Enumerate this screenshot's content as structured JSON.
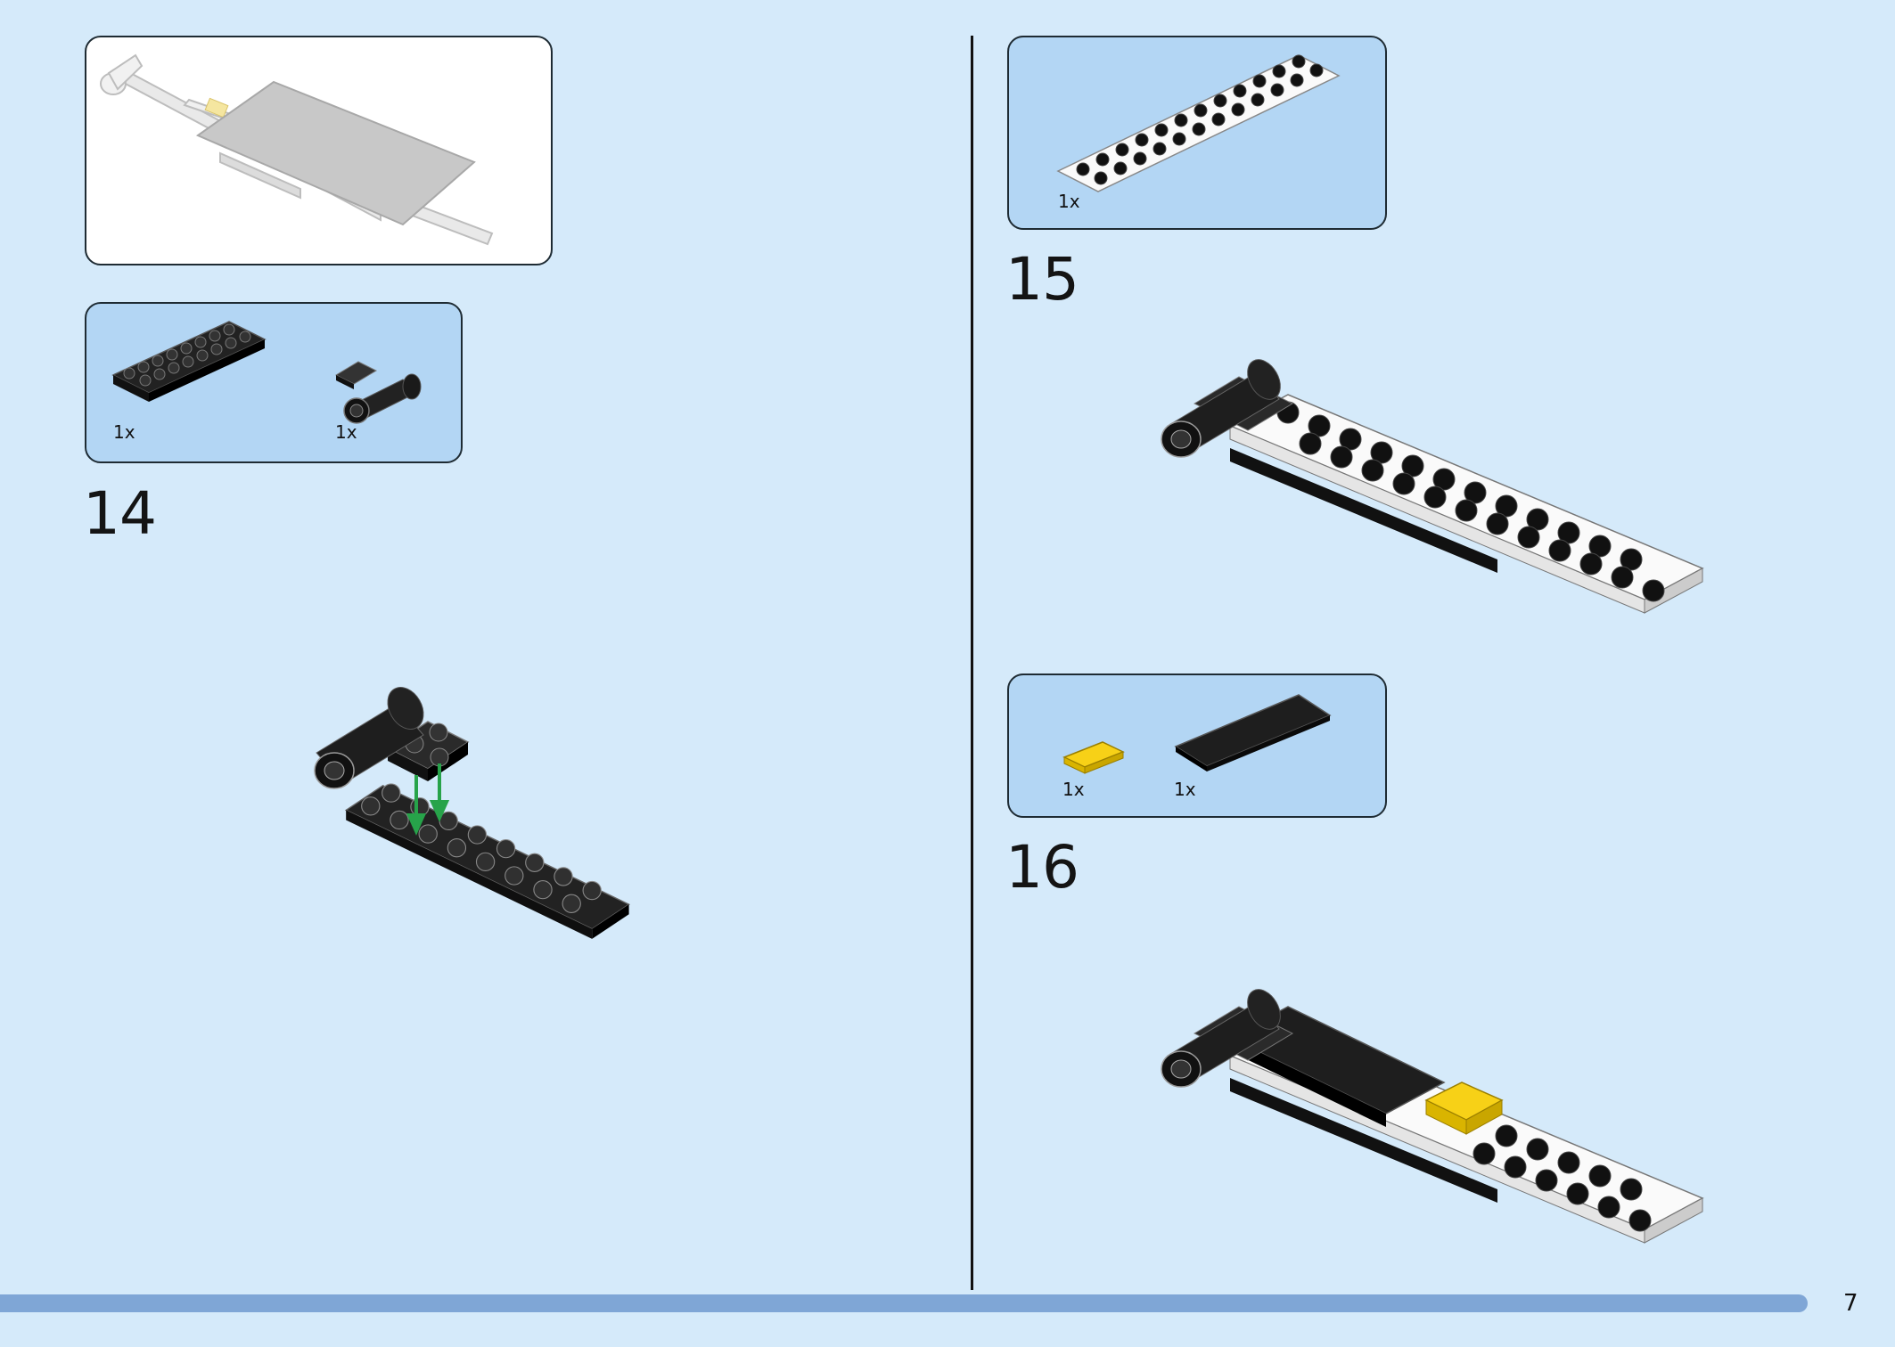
{
  "page": {
    "number": "7"
  },
  "progress": {
    "fraction": 0.954
  },
  "left_column": {
    "callout": {
      "type": "subassembly-reference"
    },
    "parts_list": {
      "parts": [
        {
          "qty": "1x",
          "part": "black-plate-2x8-icon"
        },
        {
          "qty": "1x",
          "part": "black-jet-engine-icon"
        }
      ]
    },
    "step": {
      "number": "14"
    }
  },
  "right_column": {
    "step15": {
      "parts": [
        {
          "qty": "1x",
          "part": "white-plate-2x12-icon"
        }
      ],
      "number": "15"
    },
    "step16": {
      "parts": [
        {
          "qty": "1x",
          "part": "yellow-tile-1x2-icon"
        },
        {
          "qty": "1x",
          "part": "black-tile-2x6-icon"
        }
      ],
      "number": "16"
    }
  },
  "colors": {
    "background": "#d5eafa",
    "parts_panel": "#b3d6f4",
    "arrow": "#27a34a",
    "brick_black": "#1c1c1c",
    "brick_yellow": "#f7d117",
    "progress_bar": "#7fa6d6"
  }
}
